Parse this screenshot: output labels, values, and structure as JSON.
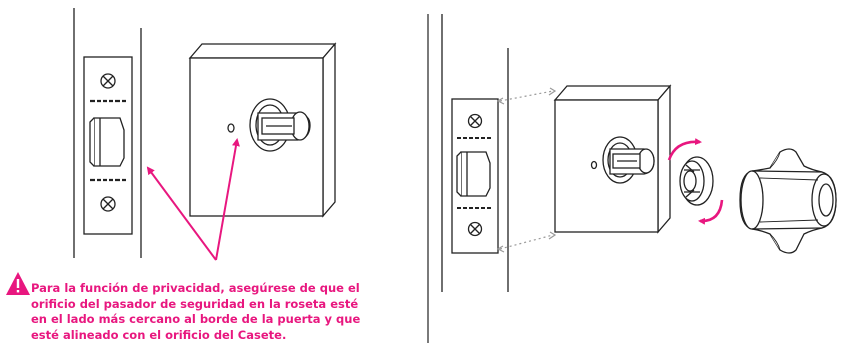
{
  "colors": {
    "accent": "#e8177f",
    "line": "#222222"
  },
  "icons": {
    "warning": "warning-triangle-icon"
  },
  "note": {
    "lines": [
      "Para la función de privacidad, asegúrese de que el",
      "orificio del pasador de seguridad en la roseta esté",
      "en el lado más cercano al borde de la puerta y que",
      "esté alineado con el orificio del Casete."
    ]
  }
}
